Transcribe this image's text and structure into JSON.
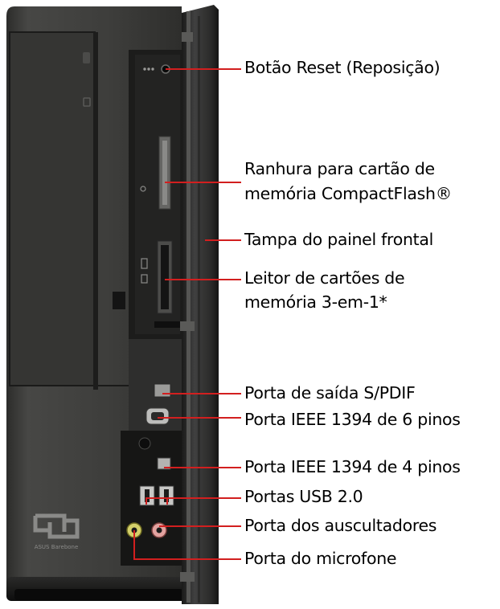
{
  "callouts": {
    "reset": "Botão Reset (Reposição)",
    "cf_line1": "Ranhura para cartão de",
    "cf_line2": "memória CompactFlash®",
    "cover": "Tampa do painel frontal",
    "reader_line1": "Leitor de cartões de",
    "reader_line2": "memória 3-em-1*",
    "spdif": "Porta de saída S/PDIF",
    "ieee6": "Porta IEEE 1394 de 6 pinos",
    "ieee4": "Porta IEEE 1394 de 4 pinos",
    "usb": "Portas USB 2.0",
    "headphone": "Porta dos auscultadores",
    "mic": "Porta do microfone"
  },
  "device": {
    "logo_text": "ASUS Barebone"
  },
  "colors": {
    "leader_line": "#d21f1f",
    "text": "#000000",
    "chassis": "#3c3c3a",
    "panel": "#1c1c1b"
  }
}
